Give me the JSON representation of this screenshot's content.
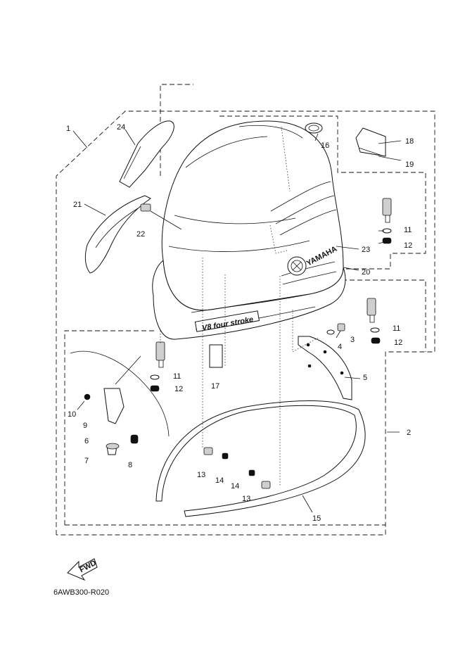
{
  "reference_code": "6AWB300-R020",
  "fwd_label": "FWD",
  "cowling_logo_text": "YAMAHA",
  "engine_badge_text": "V8 four stroke",
  "callouts": [
    "1",
    "2",
    "3",
    "4",
    "5",
    "6",
    "7",
    "8",
    "9",
    "10",
    "11",
    "12",
    "13",
    "14",
    "15",
    "16",
    "17",
    "18",
    "19",
    "20",
    "21",
    "22",
    "23",
    "24",
    "11",
    "12",
    "11",
    "12",
    "13",
    "14"
  ]
}
